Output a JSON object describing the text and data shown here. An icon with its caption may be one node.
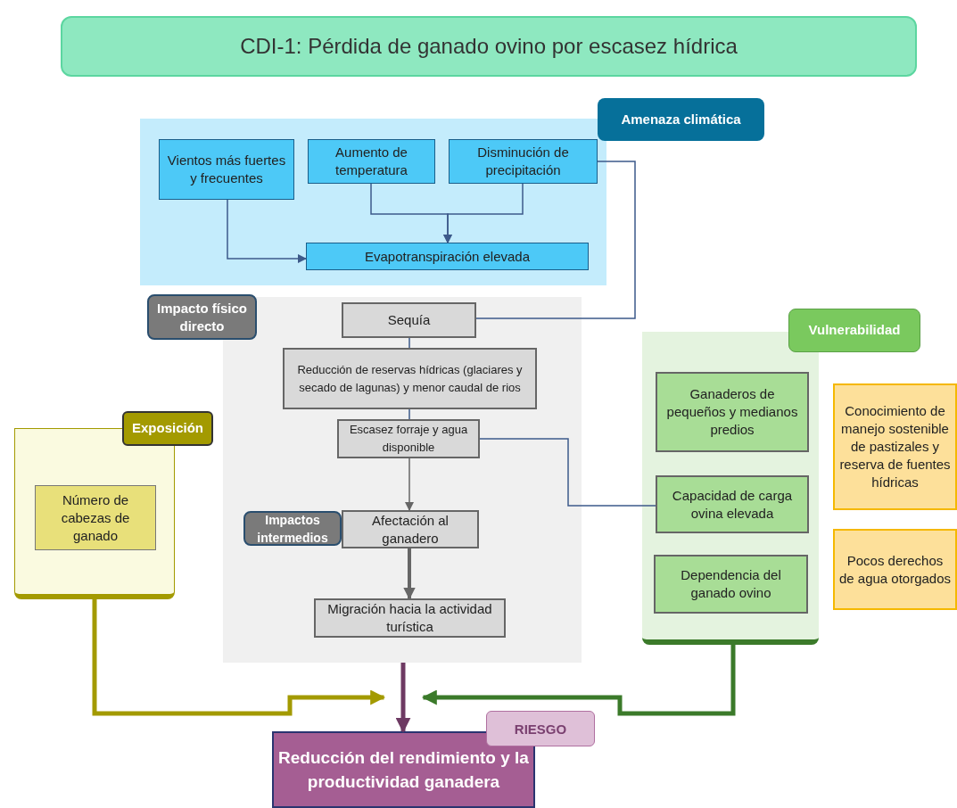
{
  "diagram": {
    "title": "CDI-1: Pérdida de ganado ovino por escasez hídrica",
    "nodes": [
      {
        "text": [
          "Amenaza climática"
        ]
      },
      {
        "text": [
          "Vientos más fuertes y frecuentes"
        ],
        "in": 0
      },
      {
        "text": [
          "Aumento de temperatura"
        ],
        "in": 0
      },
      {
        "text": [
          "Disminución de precipitación"
        ],
        "in": 0
      },
      {
        "text": [
          "Evapotranspiración elevada"
        ],
        "in": 0
      },
      {
        "text": [
          "Impacto físico directo"
        ]
      },
      {
        "text": [
          "Sequía"
        ],
        "in": 5
      },
      {
        "text": [
          "Reducción de reservas hídricas (glaciares y secado de lagunas) y menor caudal de rios"
        ],
        "in": 5
      },
      {
        "text": [
          "Escasez forraje y agua disponible"
        ],
        "in": 5
      },
      {
        "text": [
          "Impactos intermedios"
        ],
        "in": 5
      },
      {
        "text": [
          "Afectación al ganadero"
        ],
        "in": 5
      },
      {
        "text": [
          "Migración hacia la actividad turística"
        ],
        "in": 5
      },
      {
        "text": [
          "Exposición"
        ]
      },
      {
        "text": [
          "Número de cabezas de ganado"
        ],
        "in": 12
      },
      {
        "text": [
          "Vulnerabilidad"
        ]
      },
      {
        "text": [
          "Ganaderos de pequeños y medianos predios"
        ],
        "in": 14
      },
      {
        "text": [
          "Capacidad de carga ovina elevada"
        ],
        "in": 14
      },
      {
        "text": [
          "Dependencia del ganado ovino"
        ],
        "in": 14
      },
      {
        "text": [
          "Conocimiento de manejo sostenible de pastizales y reserva de fuentes hídricas"
        ]
      },
      {
        "text": [
          "Pocos derechos de agua otorgados"
        ]
      },
      {
        "text": [
          "RIESGO",
          "Reducción del rendimiento y la productividad ganadera"
        ]
      }
    ],
    "edges": [
      {
        "from": 1,
        "to": 4,
        "arrow": "to"
      },
      {
        "from": 2,
        "to": 4,
        "arrow": "to"
      },
      {
        "from": 3,
        "to": 4,
        "arrow": "to"
      },
      {
        "from": 3,
        "to": 6,
        "arrow": "none"
      },
      {
        "from": 6,
        "to": 7,
        "arrow": "none"
      },
      {
        "from": 7,
        "to": 8,
        "arrow": "none"
      },
      {
        "from": 8,
        "to": 10,
        "arrow": "to",
        "color": "#666666"
      },
      {
        "from": 8,
        "to": 16,
        "arrow": "none"
      },
      {
        "from": 10,
        "to": 11,
        "arrow": "to",
        "style": "thick",
        "color": "#666666"
      },
      {
        "from": 12,
        "to": 20,
        "arrow": "to",
        "style": "thick",
        "color": "#a39a00"
      },
      {
        "from": 14,
        "to": 20,
        "arrow": "to",
        "style": "thick",
        "color": "#3b7a2a"
      },
      {
        "from": 5,
        "to": 20,
        "arrow": "to",
        "style": "thick",
        "color": "#6e3a63"
      }
    ]
  }
}
